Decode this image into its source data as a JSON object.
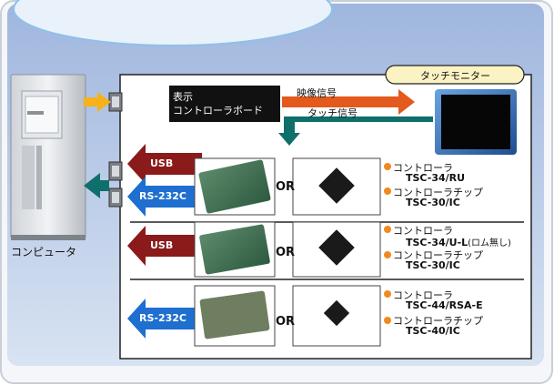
{
  "computer": {
    "label": "コンピュータ"
  },
  "display_board": {
    "line1": "表示",
    "line2": "コントローラボード"
  },
  "signals": {
    "video": "映像信号",
    "touch": "タッチ信号"
  },
  "monitor": {
    "label": "タッチモニター"
  },
  "or_label": "OR",
  "rows": [
    {
      "arrows": [
        {
          "label": "USB",
          "color": "#8b1a1a"
        },
        {
          "label": "RS-232C",
          "color": "#1e6fd0"
        }
      ],
      "items": [
        {
          "name": "コントローラ",
          "model": "TSC-34/RU"
        },
        {
          "name": "コントローラチップ",
          "model": "TSC-30/IC"
        }
      ]
    },
    {
      "arrows": [
        {
          "label": "USB",
          "color": "#8b1a1a"
        }
      ],
      "items": [
        {
          "name": "コントローラ",
          "model": "TSC-34/U-L",
          "suffix": "(ロム無し)"
        },
        {
          "name": "コントローラチップ",
          "model": "TSC-30/IC"
        }
      ]
    },
    {
      "arrows": [
        {
          "label": "RS-232C",
          "color": "#1e6fd0"
        }
      ],
      "items": [
        {
          "name": "コントローラ",
          "model": "TSC-44/RSA-E"
        },
        {
          "name": "コントローラチップ",
          "model": "TSC-40/IC"
        }
      ]
    }
  ],
  "colors": {
    "bg_top": "#a9bfe2",
    "bg_bottom": "#dce6f4",
    "orange": "#f39a22",
    "arrow_orange": "#e35a1c",
    "teal": "#0f6f6a",
    "bullet": "#f08a1c"
  }
}
